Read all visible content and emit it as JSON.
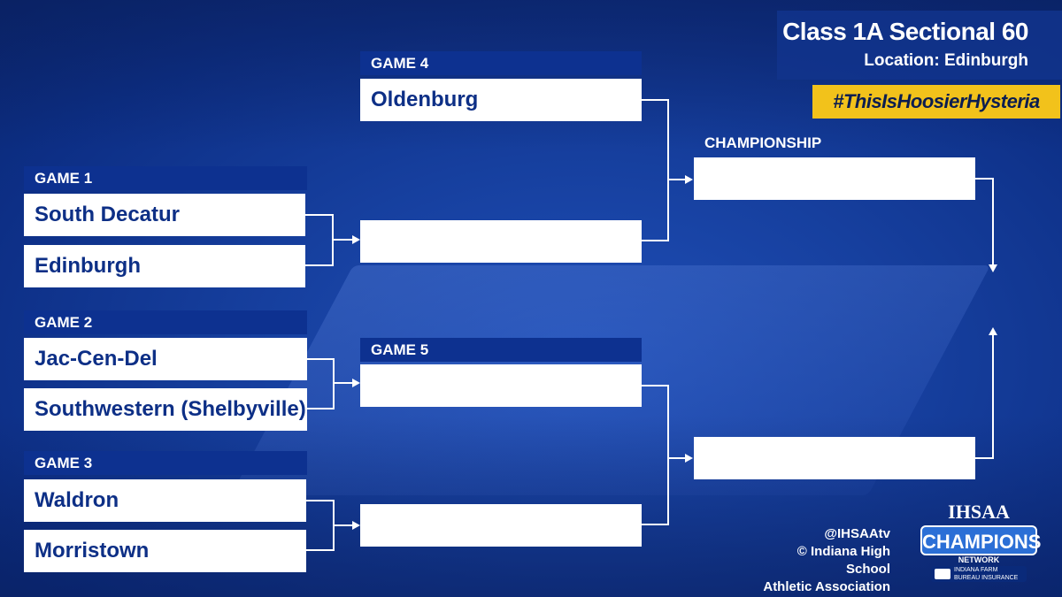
{
  "header": {
    "title": "Class 1A Sectional 60",
    "location": "Location: Edinburgh",
    "hashtag_prefix": "#ThisIs",
    "hashtag_bold": "HoosierHysteria"
  },
  "games": {
    "game1": {
      "label": "GAME 1",
      "team_a": "South Decatur",
      "team_b": "Edinburgh"
    },
    "game2": {
      "label": "GAME 2",
      "team_a": "Jac-Cen-Del",
      "team_b": "Southwestern (Shelbyville)"
    },
    "game3": {
      "label": "GAME 3",
      "team_a": "Waldron",
      "team_b": "Morristown"
    },
    "game4": {
      "label": "GAME 4",
      "team_a": "Oldenburg",
      "team_b": ""
    },
    "game5": {
      "label": "GAME 5",
      "team_a": "",
      "team_b": ""
    },
    "championship": {
      "label": "CHAMPIONSHIP",
      "team_a": "",
      "team_b": ""
    }
  },
  "credits": {
    "handle": "@IHSAAtv",
    "line1": "© Indiana High School",
    "line2": "Athletic Association"
  },
  "logo": {
    "org": "IHSAA",
    "champions": "CHAMPIONS",
    "network": "NETWORK",
    "sponsor_line1": "INDIANA FARM",
    "sponsor_line2": "BUREAU INSURANCE"
  },
  "colors": {
    "background": "#163f9e",
    "label_bg": "#0d3190",
    "slot_text": "#0d2f86",
    "hashtag_bg": "#f2c21b"
  }
}
